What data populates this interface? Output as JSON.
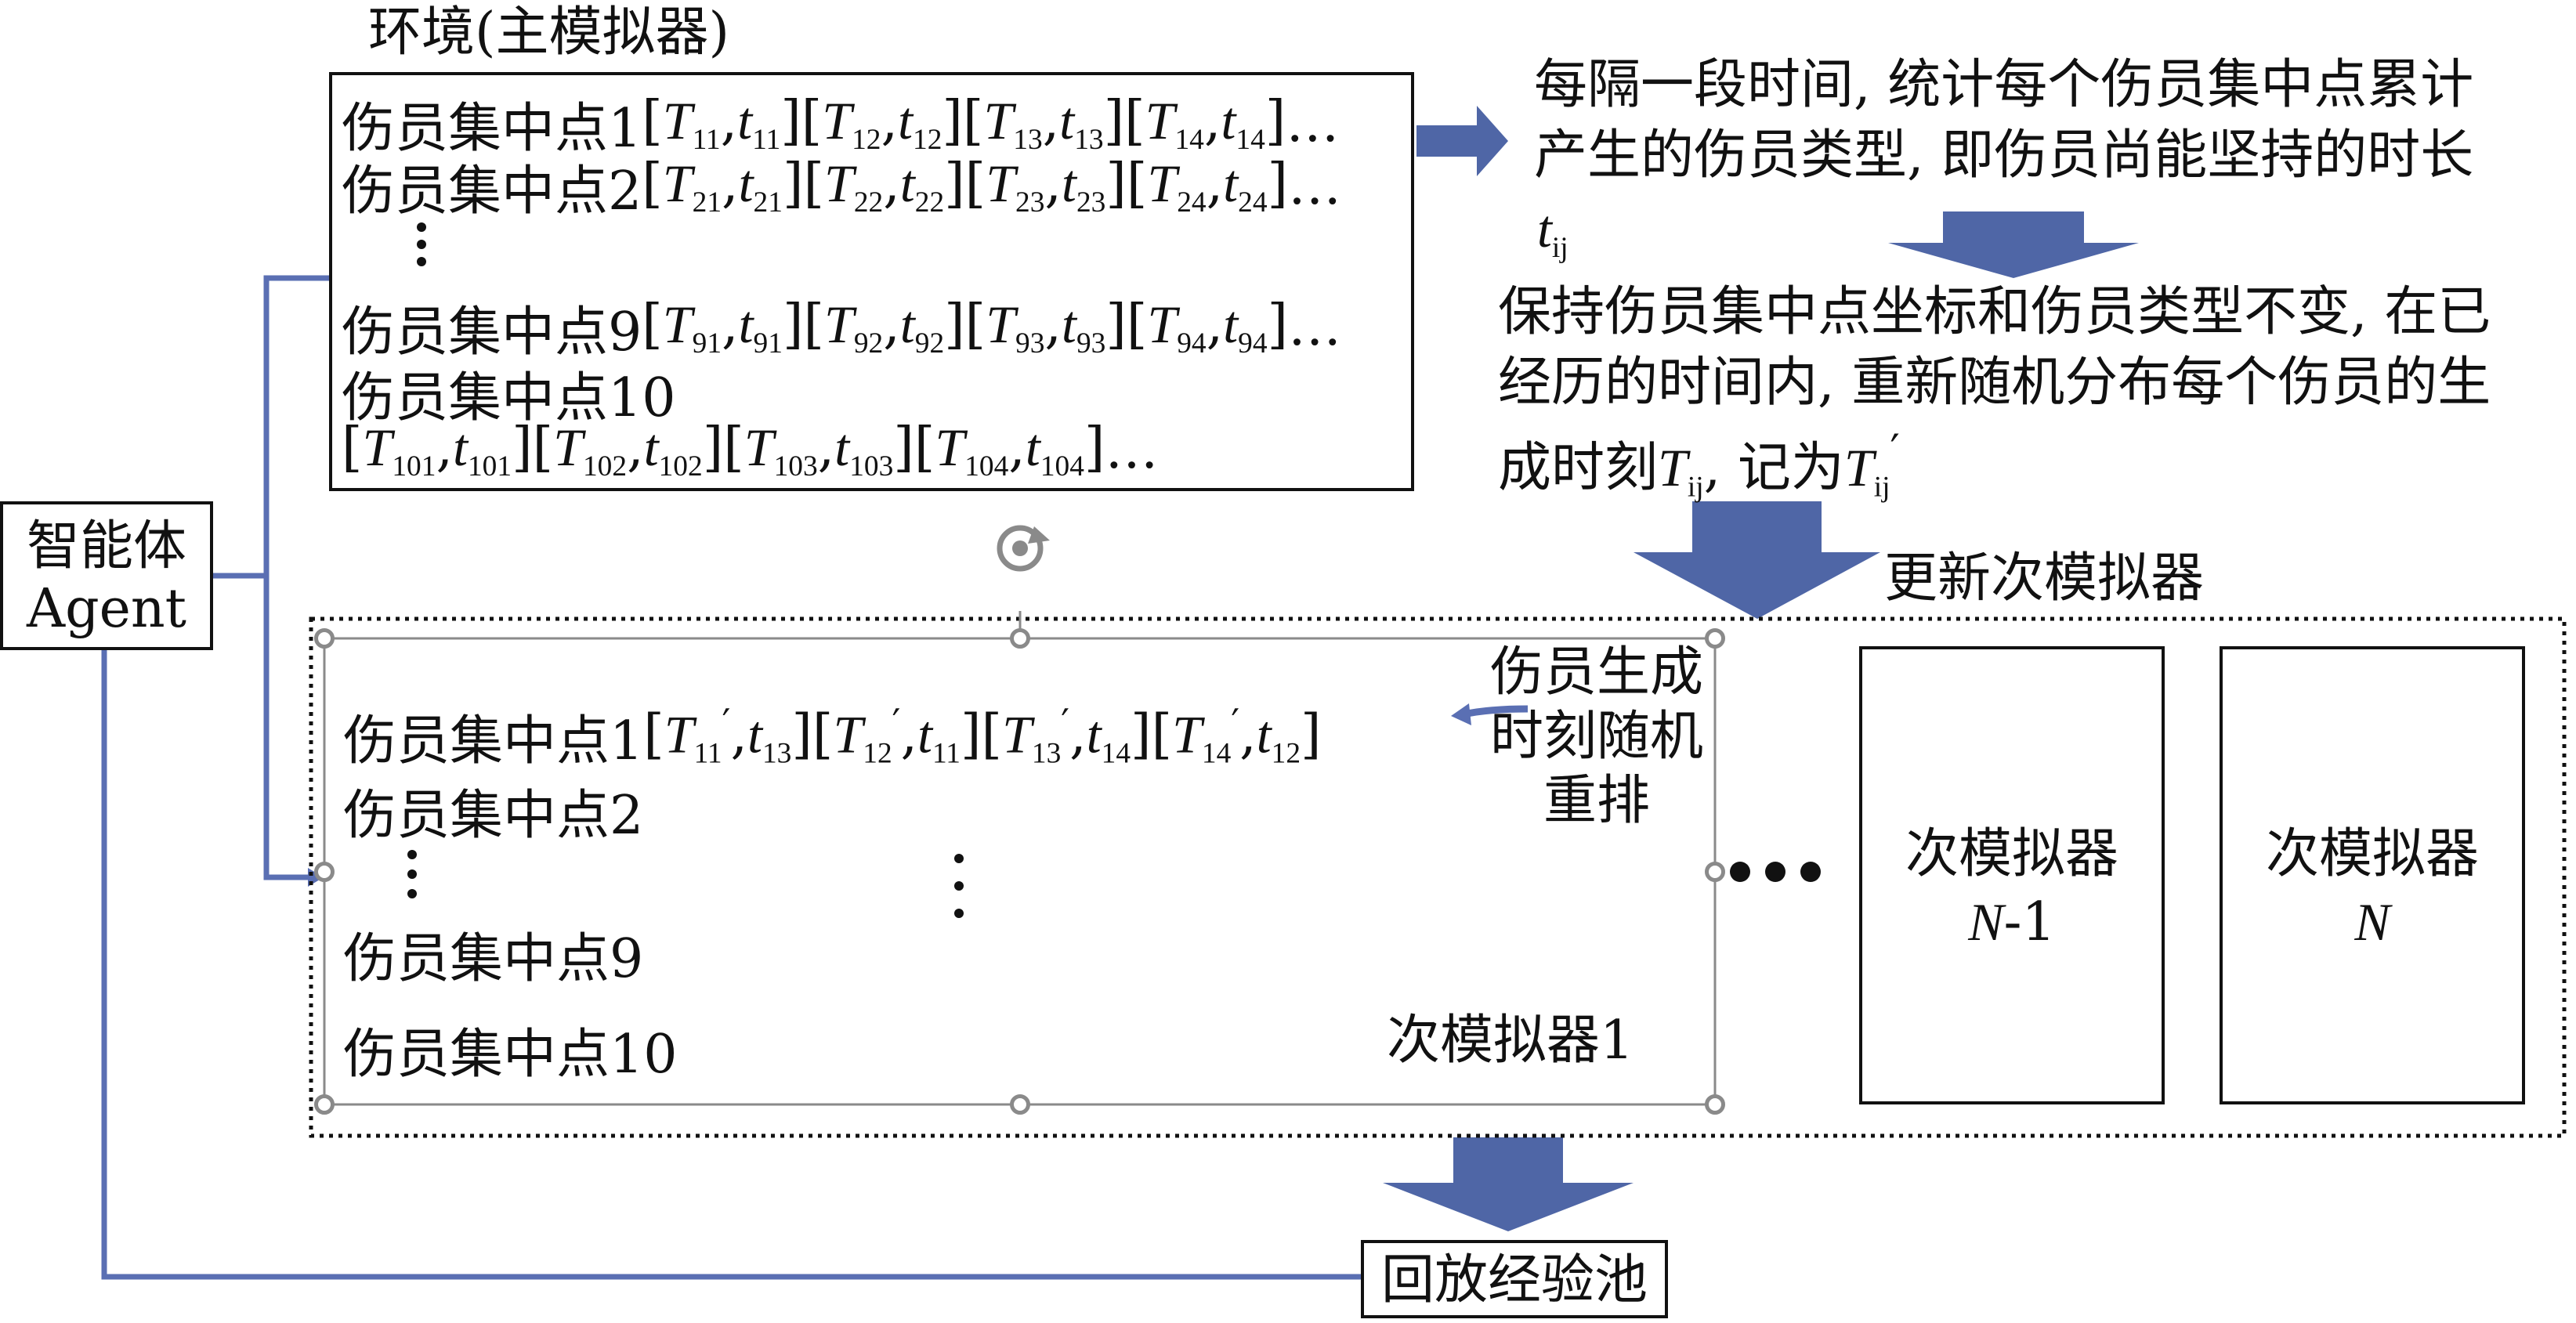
{
  "env": {
    "title": "环境(主模拟器)",
    "rows": [
      {
        "label": "伤员集中点1",
        "items": [
          "[T11,t11]",
          "[T12,t12]",
          "[T13,t13]",
          "[T14,t14]"
        ],
        "tail": "…"
      },
      {
        "label": "伤员集中点2",
        "items": [
          "[T21,t21]",
          "[T22,t22]",
          "[T23,t23]",
          "[T24,t24]"
        ],
        "tail": "…"
      },
      {
        "label": "伤员集中点9",
        "items": [
          "[T91,t91]",
          "[T92,t92]",
          "[T93,t93]",
          "[T94,t94]"
        ],
        "tail": "…"
      },
      {
        "label": "伤员集中点10",
        "items": [
          "[T101,t101]",
          "[T102,t102]",
          "[T103,t103]",
          "[T104,t104]"
        ],
        "tail": "…"
      }
    ]
  },
  "agent": {
    "line1": "智能体",
    "line2": "Agent"
  },
  "stat_text": {
    "line1": "每隔一段时间, 统计每个伤员集中点累计",
    "line2": "产生的伤员类型, 即伤员尚能坚持的时长",
    "var": "tij"
  },
  "keep_text": {
    "line1": "保持伤员集中点坐标和伤员类型不变, 在已",
    "line2": "经历的时间内, 重新随机分布每个伤员的生",
    "line3_a": "成时刻",
    "line3_var1": "Tij",
    "line3_b": ", 记为",
    "line3_var2": "T'ij"
  },
  "update_label": "更新次模拟器",
  "sub1": {
    "rows": [
      {
        "label": "伤员集中点1",
        "items": [
          "[T'11,t13]",
          "[T'12,t11]",
          "[T'13,t14]",
          "[T'14,t12]"
        ]
      },
      {
        "label": "伤员集中点2"
      },
      {
        "label": "伤员集中点9"
      },
      {
        "label": "伤员集中点10"
      }
    ],
    "shuffle_note": {
      "line1": "伤员生成",
      "line2": "时刻随机",
      "line3": "重排"
    },
    "name": "次模拟器1"
  },
  "sub_n1": {
    "line1": "次模拟器",
    "line2": "N-1"
  },
  "sub_n": {
    "line1": "次模拟器",
    "line2": "N"
  },
  "replay": "回放经验池",
  "colors": {
    "arrow_fill": "#4f66a6",
    "line_blue": "#5a6fb3",
    "handle_gray": "#8a8a8a",
    "border": "#111111"
  },
  "icons": [
    "rotate-handle-icon",
    "right-arrow-icon",
    "down-arrow-icon"
  ]
}
